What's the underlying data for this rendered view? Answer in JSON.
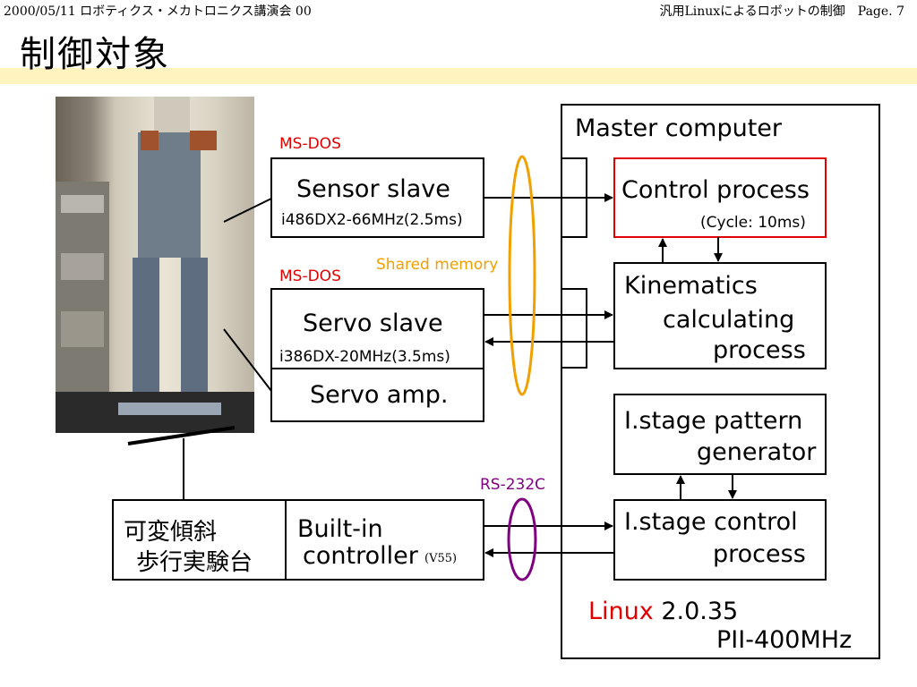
{
  "header": {
    "left": "2000/05/11 ロボティクス・メカトロニクス講演会 00",
    "right": "汎用Linuxによるロボットの制御",
    "page": "Page. 7"
  },
  "title": "制御対象",
  "diagram": {
    "master": {
      "label": "Master computer",
      "os_name": "Linux",
      "os_version": " 2.0.35",
      "cpu": "PII-400MHz"
    },
    "control": {
      "label": "Control process",
      "cycle": "(Cycle: 10ms)"
    },
    "kinematics": {
      "line1": "Kinematics",
      "line2": "calculating",
      "line3": "process"
    },
    "pattern": {
      "line1": "I.stage pattern",
      "line2": "generator"
    },
    "istage_control": {
      "line1": "I.stage control",
      "line2": "process"
    },
    "sensor": {
      "os": "MS-DOS",
      "label": "Sensor slave",
      "spec": "i486DX2-66MHz",
      "time": "(2.5ms)"
    },
    "servo": {
      "os": "MS-DOS",
      "label": "Servo slave",
      "spec": "i386DX-20MHz",
      "time": "(3.5ms)",
      "amp": "Servo amp."
    },
    "shared_memory": "Shared memory",
    "rs232c": "RS-232C",
    "stage": {
      "jp_line1": "可変傾斜",
      "jp_line2": "歩行実験台",
      "builtin_line1": "Built-in",
      "builtin_line2": "controller",
      "v55": "(V55)"
    }
  },
  "colors": {
    "red": "#e00000",
    "orange": "#f0a000",
    "purple": "#800080",
    "ybar": "#fff3bf"
  }
}
